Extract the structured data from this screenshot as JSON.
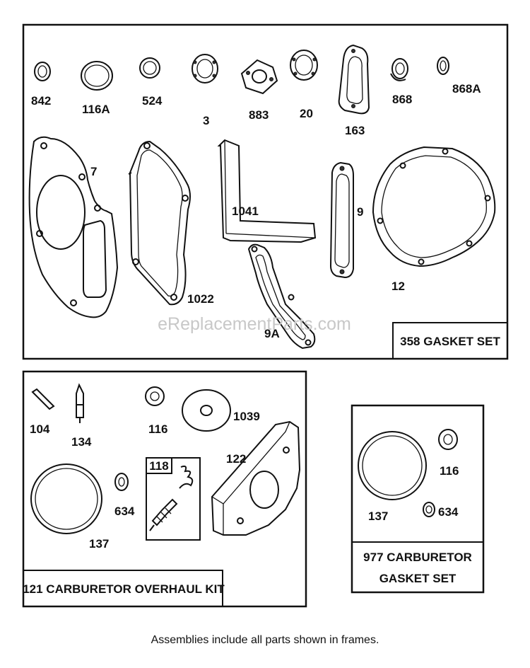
{
  "watermark": "eReplacementParts.com",
  "footer": "Assemblies include all parts shown in frames.",
  "gasket_set": {
    "title": "358 GASKET SET",
    "parts": [
      "842",
      "116A",
      "524",
      "3",
      "883",
      "20",
      "163",
      "868",
      "868A",
      "7",
      "1022",
      "1041",
      "9A",
      "9",
      "12"
    ]
  },
  "overhaul_kit": {
    "title": "121 CARBURETOR OVERHAUL KIT",
    "sub_assembly": "118",
    "parts": [
      "104",
      "134",
      "116",
      "1039",
      "122",
      "634",
      "137"
    ]
  },
  "carb_gasket_set": {
    "title_line1": "977 CARBURETOR",
    "title_line2": "GASKET SET",
    "parts": [
      "116",
      "137",
      "634"
    ]
  }
}
